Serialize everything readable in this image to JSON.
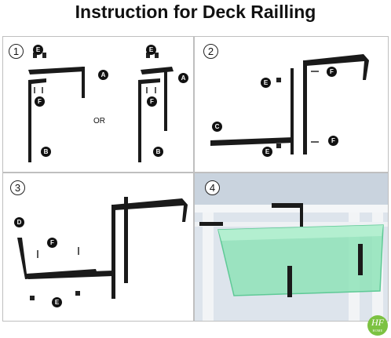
{
  "title": "Instruction for Deck Railling",
  "steps": [
    "1",
    "2",
    "3",
    "4"
  ],
  "parts": {
    "a": "A",
    "b": "B",
    "c": "C",
    "d": "D",
    "e": "E",
    "f": "F"
  },
  "or_label": "OR",
  "logo": {
    "mark": "HF",
    "sub": "HOME"
  },
  "colors": {
    "bracket": "#1a1a1a",
    "planter": "#8fe3b8",
    "logo": "#7cc242"
  }
}
